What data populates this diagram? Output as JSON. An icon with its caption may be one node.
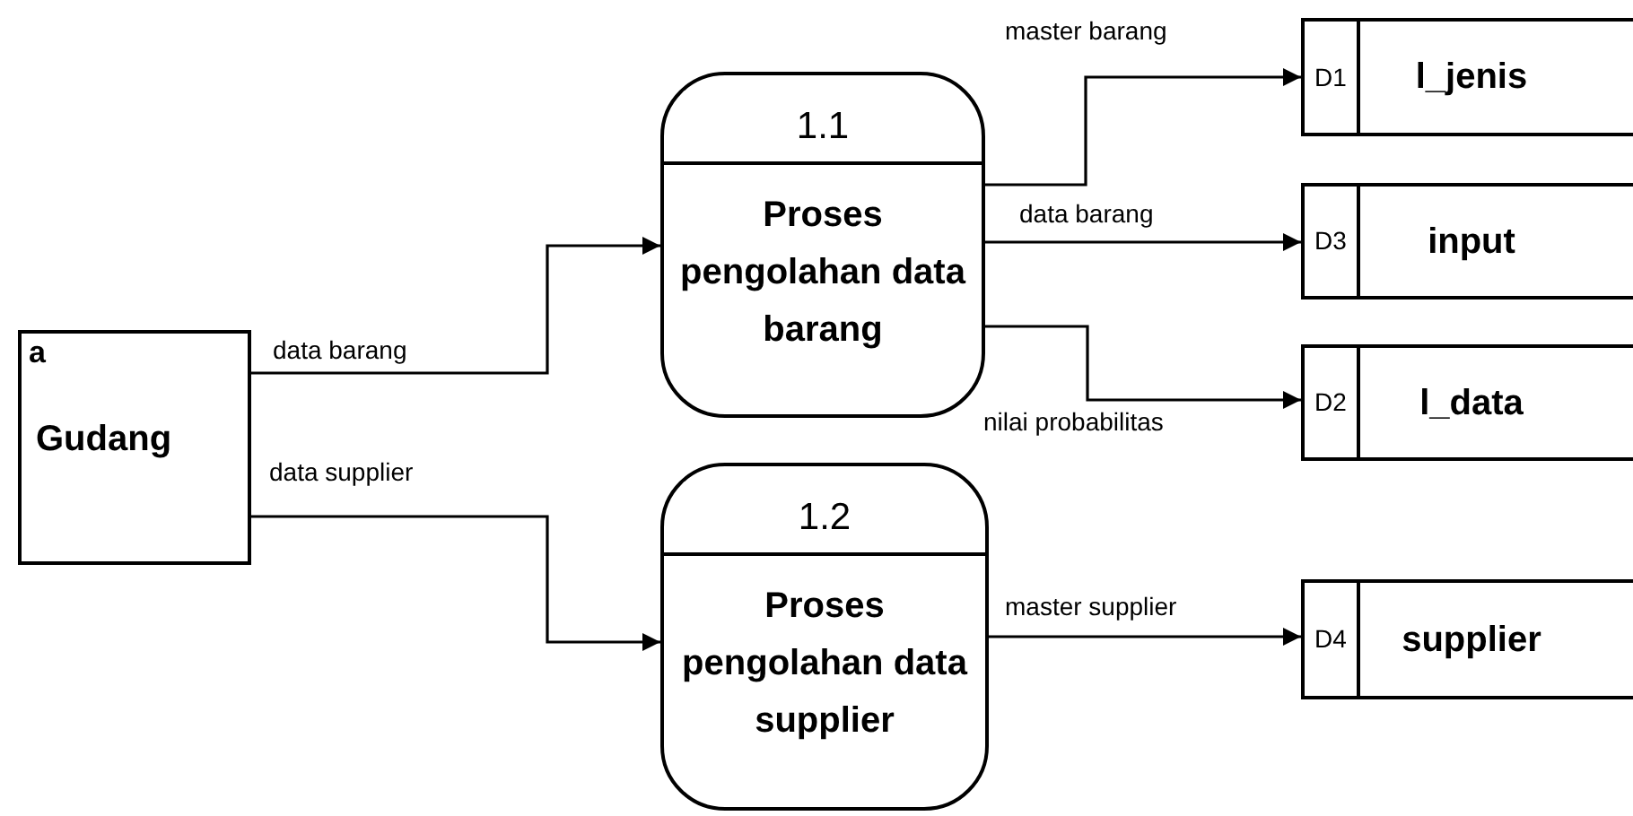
{
  "diagram": {
    "nodes": [
      {
        "text": [
          "a",
          "Gudang"
        ]
      },
      {
        "text": [
          "1.1",
          "Proses pengolahan data barang"
        ]
      },
      {
        "text": [
          "1.2",
          "Proses pengolahan data supplier"
        ]
      },
      {
        "text": [
          "D1",
          "l_jenis"
        ]
      },
      {
        "text": [
          "D3",
          "input"
        ]
      },
      {
        "text": [
          "D2",
          "l_data"
        ]
      },
      {
        "text": [
          "D4",
          "supplier"
        ]
      }
    ],
    "edges": [
      {
        "from": 0,
        "to": 1,
        "arrow": "to",
        "label": "data barang"
      },
      {
        "from": 0,
        "to": 2,
        "arrow": "to",
        "label": "data supplier"
      },
      {
        "from": 1,
        "to": 3,
        "arrow": "to",
        "label": "master barang"
      },
      {
        "from": 1,
        "to": 4,
        "arrow": "to",
        "label": "data barang"
      },
      {
        "from": 1,
        "to": 5,
        "arrow": "to",
        "label": "nilai probabilitas"
      },
      {
        "from": 2,
        "to": 6,
        "arrow": "to",
        "label": "master supplier"
      }
    ]
  }
}
